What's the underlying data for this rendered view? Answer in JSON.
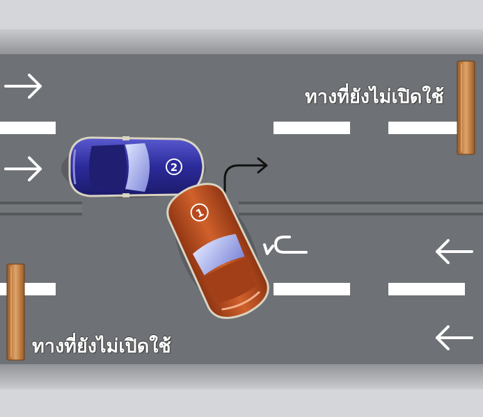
{
  "signs": {
    "closed_lane_top": "ทางที่ยังไม่เปิดใช้",
    "closed_lane_bottom": "ทางที่ยังไม่เปิดใช้"
  },
  "vehicles": {
    "blue_car": {
      "number": "2",
      "color": "#2b2a9a"
    },
    "red_car": {
      "number": "1",
      "color": "#b84a1e"
    }
  },
  "arrows": {
    "lane_direction_left_side": "right",
    "lane_direction_right_side": "left",
    "turn_arrow": "right-turn",
    "uturn_arrow": "u-turn"
  },
  "colors": {
    "road": "#6e7175",
    "shoulder": "#9a9c9f",
    "background": "#d4d6da",
    "markings": "#ffffff",
    "barrier": "#c98a4e"
  }
}
